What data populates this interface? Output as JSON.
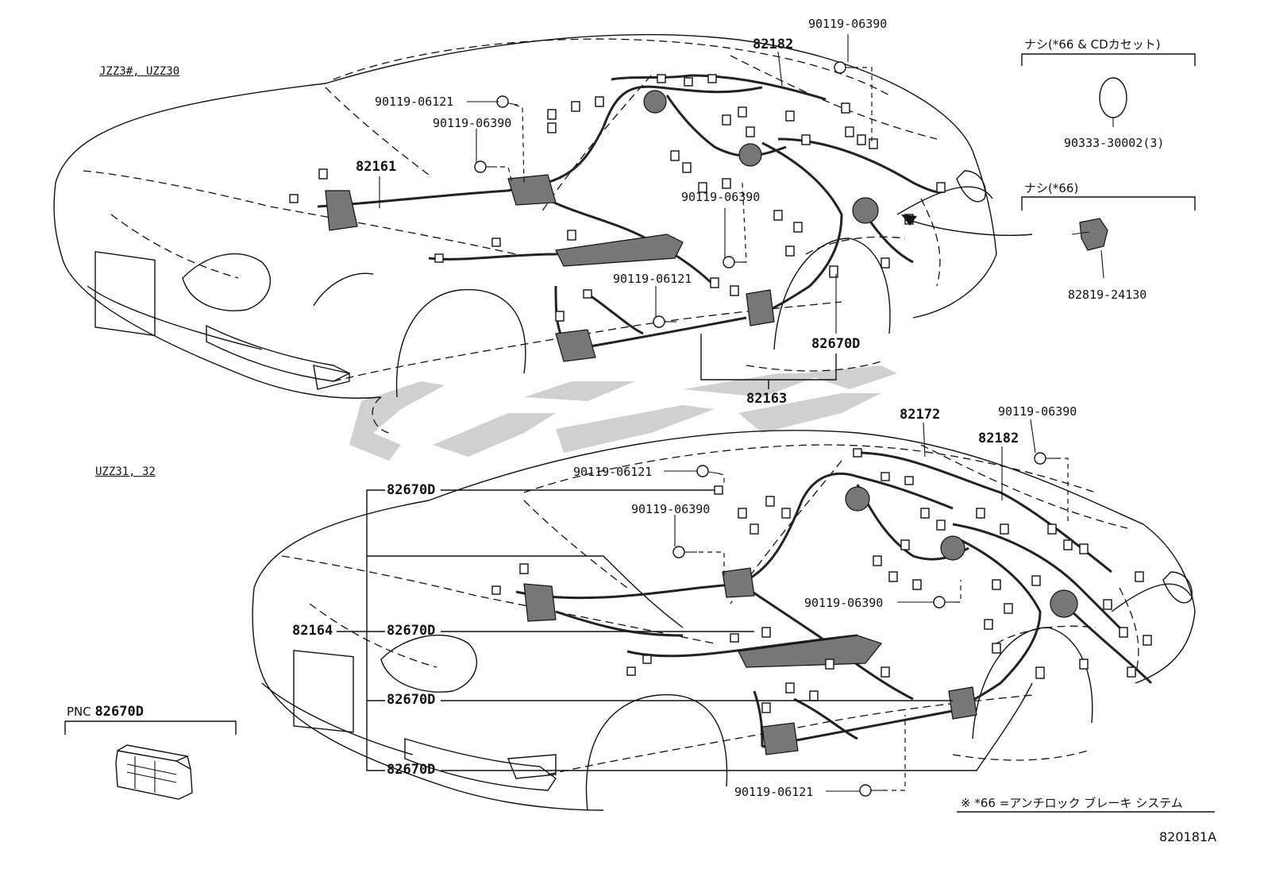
{
  "sections": {
    "upper_model": "JZZ3#, UZZ30",
    "lower_model": "UZZ31, 32"
  },
  "headers": {
    "nashi_66_cd": "ナシ(*66 & CDカセット)",
    "nashi_66": "ナシ(*66)",
    "pnc": "PNC",
    "pnc_part": "82670D"
  },
  "labels": {
    "p90119_06390_top": "90119-06390",
    "p82182_top": "82182",
    "p90119_06121_a": "90119-06121",
    "p90119_06390_a": "90119-06390",
    "p82161": "82161",
    "p90119_06390_b": "90119-06390",
    "p90119_06121_b": "90119-06121",
    "p82670D_a": "82670D",
    "p82163": "82163",
    "p90333_30002": "90333-30002(3)",
    "p82819_24130": "82819-24130",
    "p82172": "82172",
    "p82182_b": "82182",
    "p90119_06390_c": "90119-06390",
    "p90119_06121_c": "90119-06121",
    "p82670D_b": "82670D",
    "p90119_06390_d": "90119-06390",
    "p90119_06390_e": "90119-06390",
    "p82164": "82164",
    "p82670D_c": "82670D",
    "p82670D_d": "82670D",
    "p82670D_e": "82670D",
    "p90119_06121_d": "90119-06121"
  },
  "footer": {
    "note": "※ *66 =アンチロック ブレーキ システム",
    "figure_code": "820181A"
  },
  "colors": {
    "line": "#111111",
    "watermark": "#c8c8c8",
    "part_fill": "#777777"
  }
}
